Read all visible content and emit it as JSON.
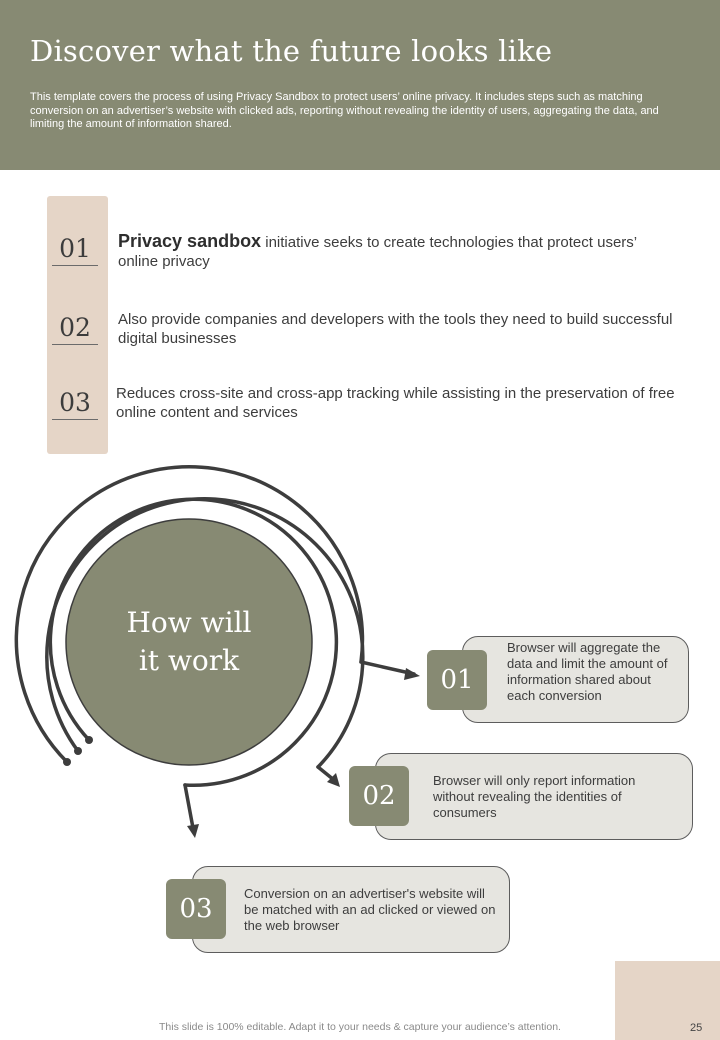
{
  "header": {
    "title": "Discover what the future looks like",
    "description": "This template covers the process of using Privacy Sandbox to protect users’ online privacy. It includes steps such as matching conversion on an advertiser’s website with clicked ads, reporting without revealing the identity of users, aggregating the data, and limiting the amount of information shared."
  },
  "points": [
    {
      "number": "01",
      "bold": "Privacy sandbox",
      "text": " initiative seeks to create technologies that protect users’ online privacy"
    },
    {
      "number": "02",
      "bold": "",
      "text": "Also provide companies and developers with the tools they need to build successful digital businesses"
    },
    {
      "number": "03",
      "bold": "",
      "text": "Reduces cross-site and cross-app tracking while assisting in the preservation of free online content and services"
    }
  ],
  "diagram": {
    "center_line1": "How will",
    "center_line2": "it work",
    "steps": [
      {
        "number": "01",
        "text": "Browser will aggregate the data and limit the amount of information shared about each conversion"
      },
      {
        "number": "02",
        "text": "Browser will only report information without revealing the identities of consumers"
      },
      {
        "number": "03",
        "text": "Conversion on an advertiser's website will be matched with an ad clicked or viewed on the web browser"
      }
    ]
  },
  "footer": {
    "note": "This slide is 100% editable. Adapt it to your needs & capture your audience’s attention.",
    "page_number": "25"
  },
  "colors": {
    "header": "#878a73",
    "accent_beige": "#e5d5c7",
    "step_box": "#e6e5e0",
    "circle": "#878a73",
    "arcs": "#3d3d3d"
  }
}
